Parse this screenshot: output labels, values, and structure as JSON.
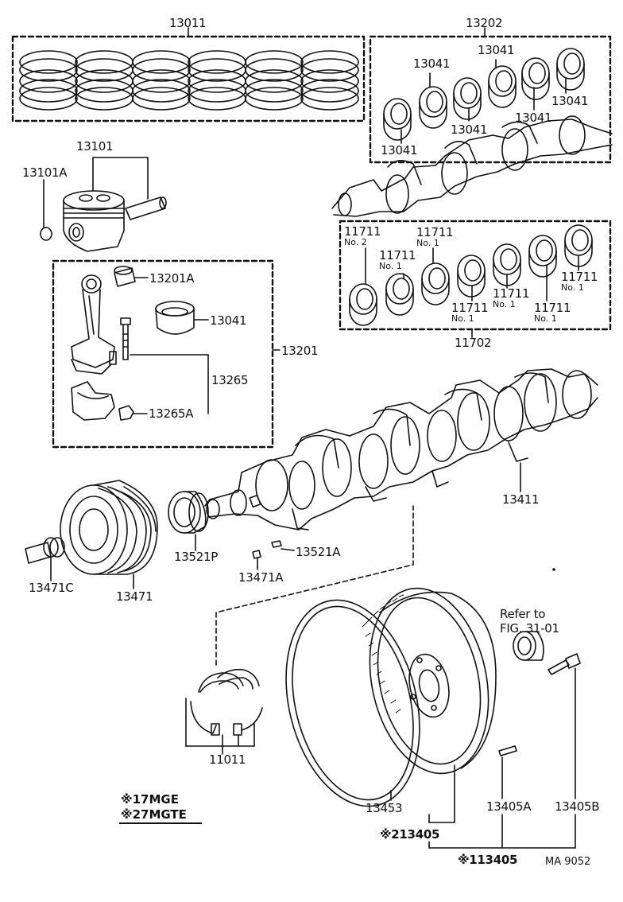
{
  "labels": {
    "p13011": "13011",
    "p13202": "13202",
    "p13041_a": "13041",
    "p13041_b": "13041",
    "p13041_c": "13041",
    "p13041_d": "13041",
    "p13041_e": "13041",
    "p13041_f": "13041",
    "p13101": "13101",
    "p13101A": "13101A",
    "p11711_a": "11711",
    "p11711_b": "11711",
    "p11711_c": "11711",
    "p11711_d": "11711",
    "p11711_e": "11711",
    "p11711_f": "11711",
    "p11711_g": "11711",
    "p11702": "11702",
    "p13201A": "13201A",
    "p13041_rod": "13041",
    "p13201": "13201",
    "p13265": "13265",
    "p13265A": "13265A",
    "p13411": "13411",
    "p13471C": "13471C",
    "p13471": "13471",
    "p13521P": "13521P",
    "p13471A": "13471A",
    "p13521A": "13521A",
    "p11011": "11011",
    "p13453": "13453",
    "p13405A": "13405A",
    "p13405B": "13405B",
    "p13405_2": "※213405",
    "p13405_1": "※113405"
  },
  "sublabels": {
    "no2": "No. 2",
    "no1_a": "No. 1",
    "no1_b": "No. 1",
    "no1_c": "No. 1",
    "no1_d": "No. 1",
    "no1_e": "No. 1",
    "no1_f": "No. 1"
  },
  "refer": {
    "line1": "Refer to",
    "line2": "FIG. 31-01"
  },
  "legend": {
    "line1": "※17MGE",
    "line2": "※27MGTE"
  },
  "code": "MA  9052"
}
